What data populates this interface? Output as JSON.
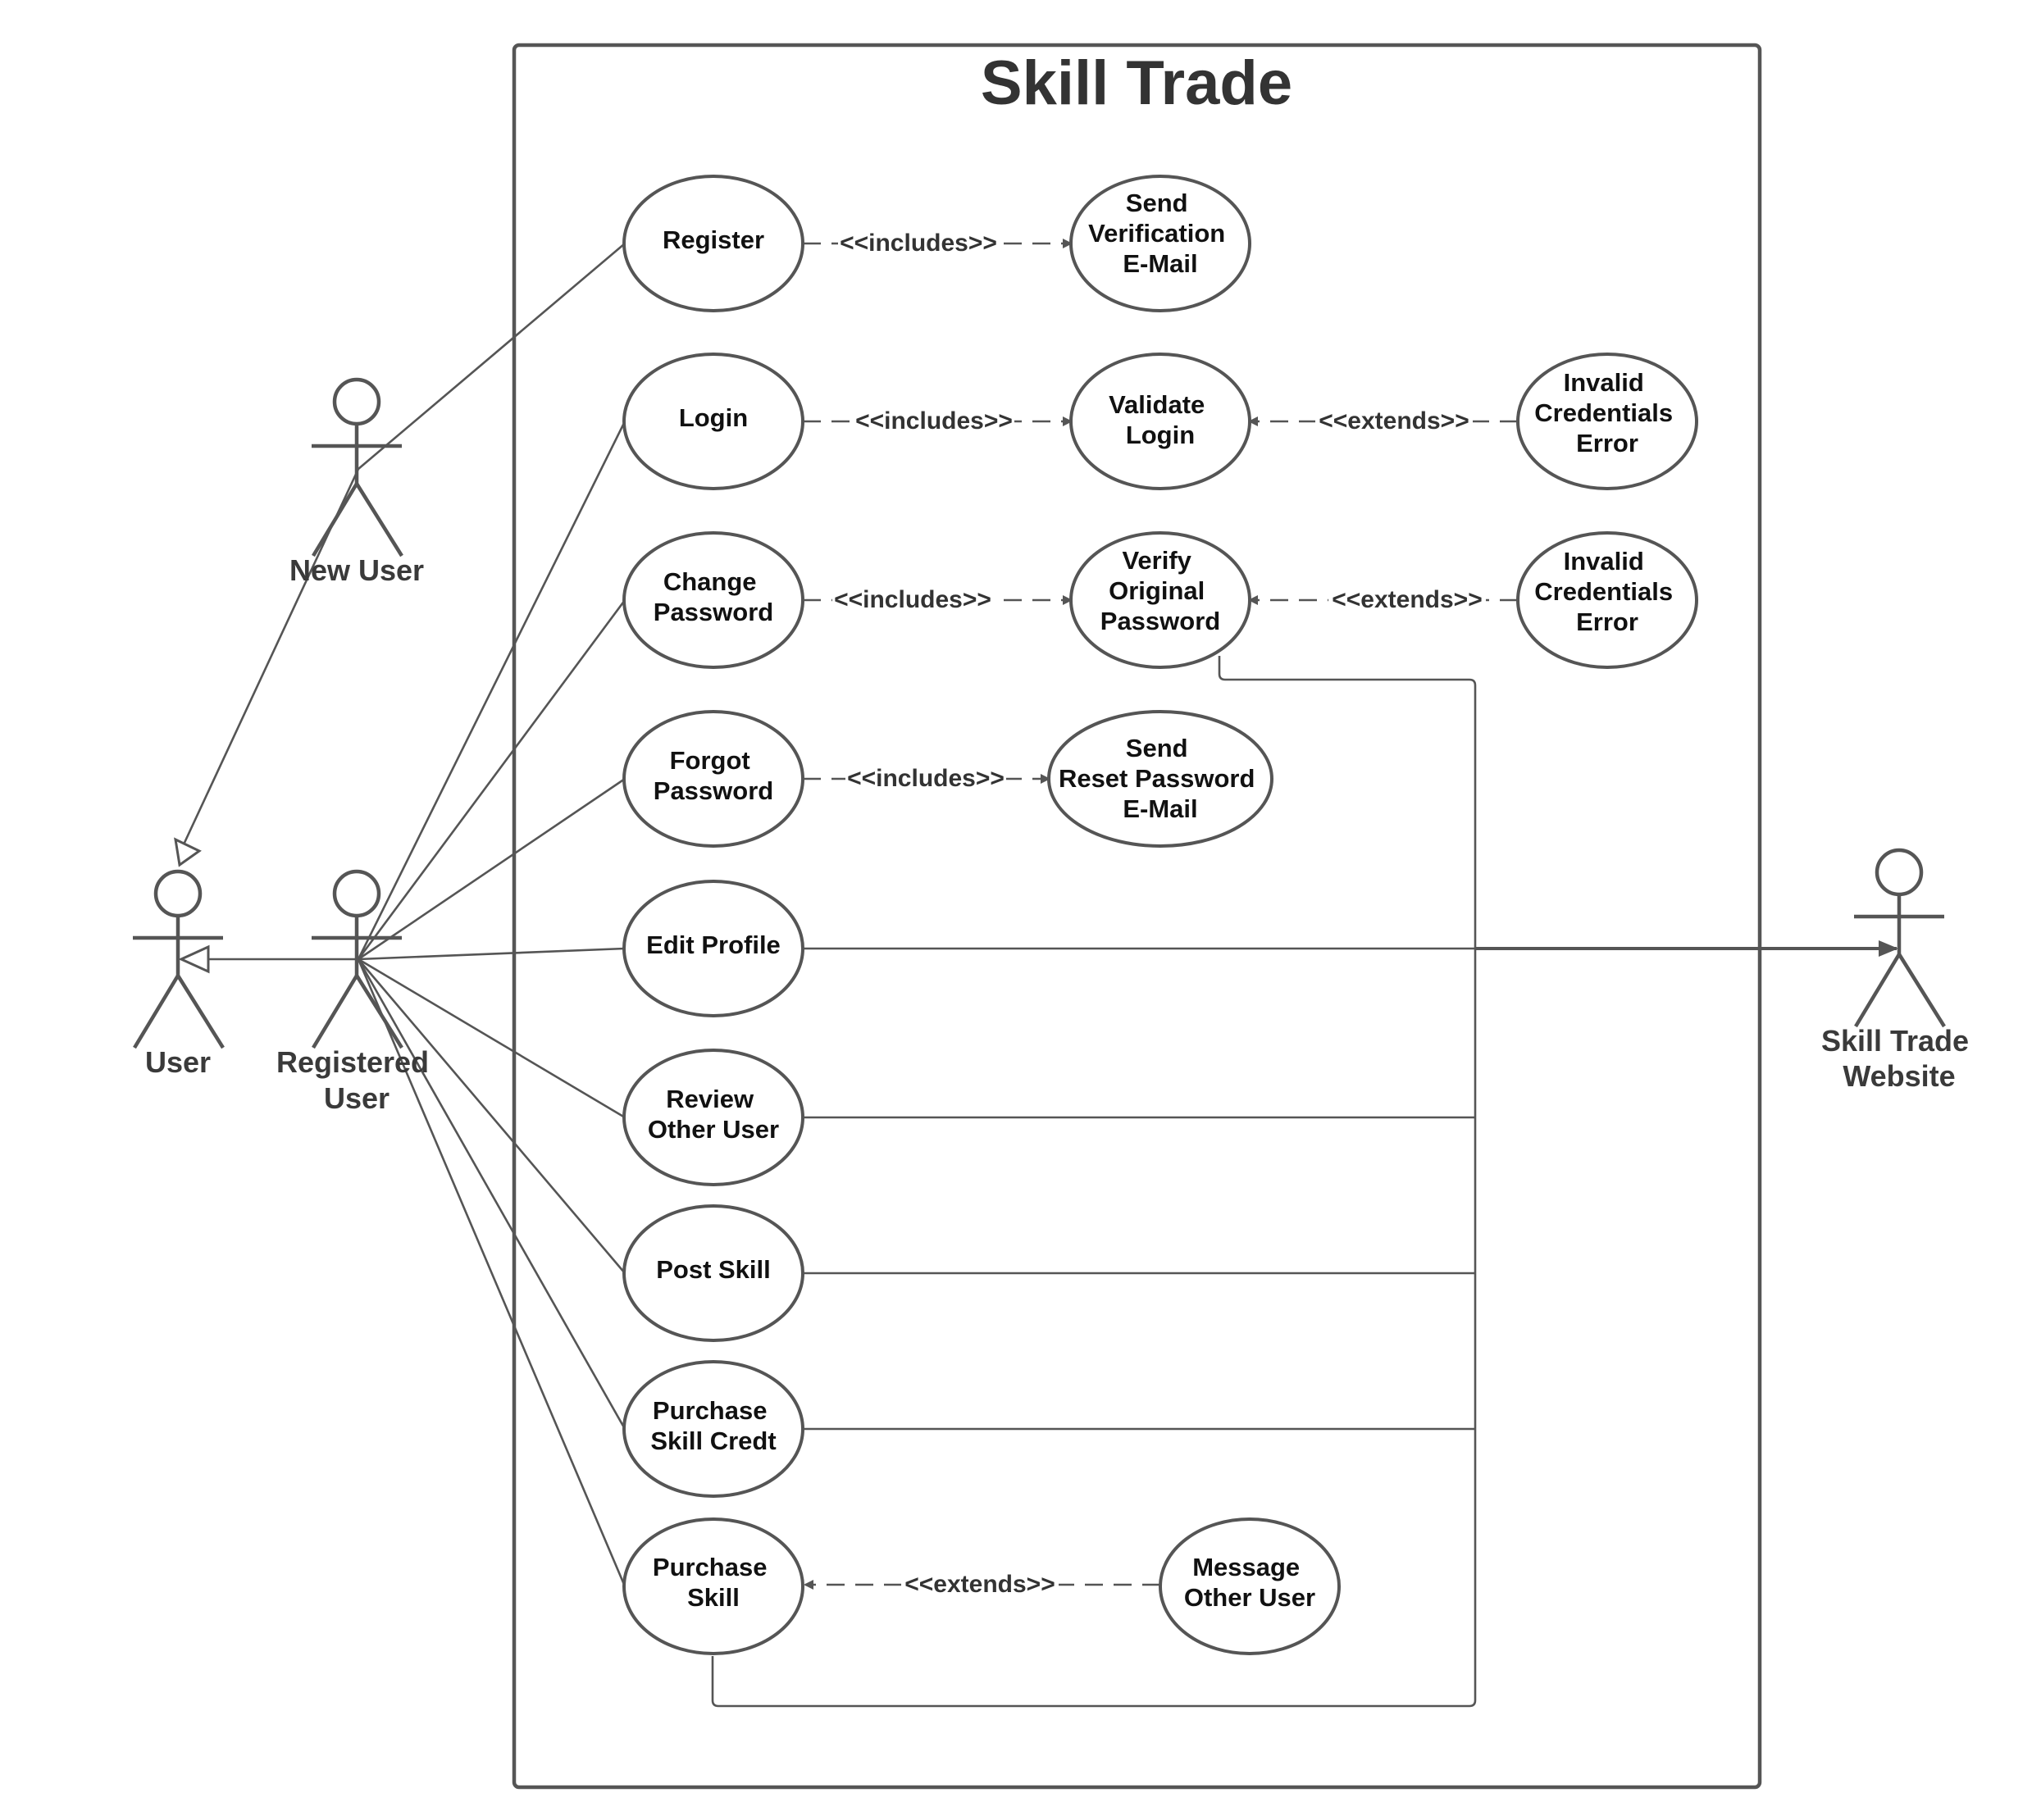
{
  "system": {
    "title": "Skill Trade"
  },
  "actors": {
    "new_user": [
      "New User"
    ],
    "user": [
      "User"
    ],
    "registered_user": [
      "Registered",
      "User"
    ],
    "website": [
      "Skill Trade",
      "Website"
    ]
  },
  "use_cases": {
    "register": [
      "Register"
    ],
    "send_verification": [
      "Send",
      "Verification",
      "E-Mail"
    ],
    "login": [
      "Login"
    ],
    "validate_login": [
      "Validate",
      "Login"
    ],
    "invalid_cred_1": [
      "Invalid",
      "Credentials",
      "Error"
    ],
    "change_password": [
      "Change",
      "Password"
    ],
    "verify_original": [
      "Verify",
      "Original",
      "Password"
    ],
    "invalid_cred_2": [
      "Invalid",
      "Credentials",
      "Error"
    ],
    "forgot_password": [
      "Forgot",
      "Password"
    ],
    "send_reset": [
      "Send",
      "Reset Password",
      "E-Mail"
    ],
    "edit_profile": [
      "Edit Profile"
    ],
    "review_other": [
      "Review",
      "Other User"
    ],
    "post_skill": [
      "Post Skill"
    ],
    "purchase_credit": [
      "Purchase",
      "Skill Credt"
    ],
    "purchase_skill": [
      "Purchase",
      "Skill"
    ],
    "message_other": [
      "Message",
      "Other User"
    ]
  },
  "relations": {
    "includes": "<<includes>>",
    "extends": "<<extends>>"
  },
  "colors": {
    "stroke": "#555555",
    "text": "#111111",
    "background": "#ffffff"
  }
}
